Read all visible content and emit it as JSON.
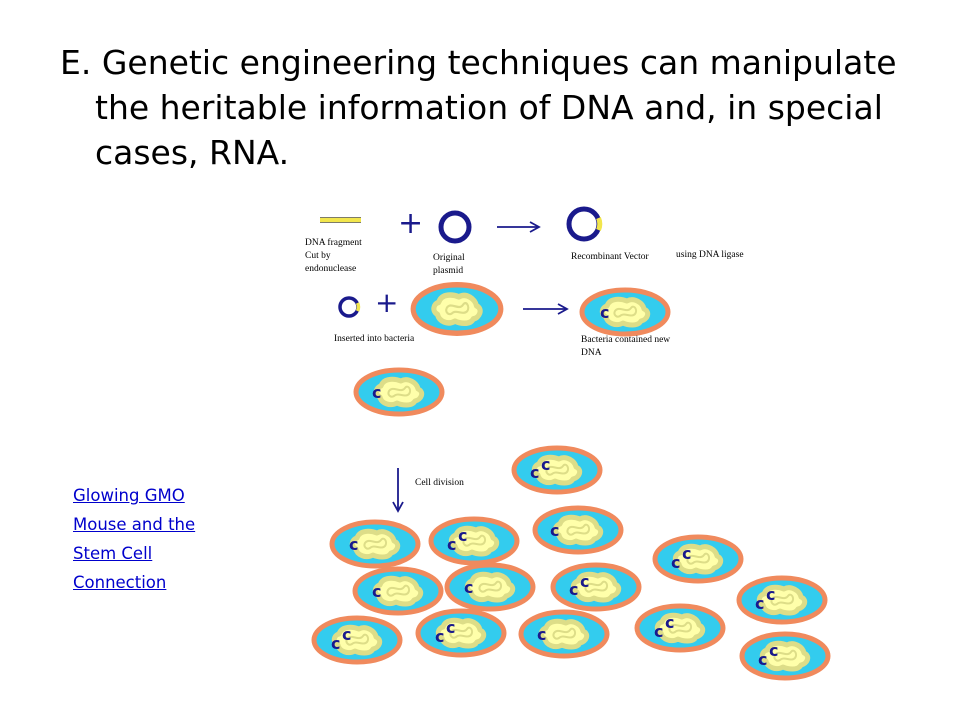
{
  "slide": {
    "title": "E. Genetic engineering techniques can manipulate the heritable information of DNA and, in special cases, RNA."
  },
  "diagram": {
    "labels": {
      "fragment_line1": "DNA fragment",
      "fragment_line2": "Cut by",
      "fragment_line3": "endonuclease",
      "plasmid_line1": "Original",
      "plasmid_line2": "plasmid",
      "recombinant": "Recombinant Vector",
      "ligase": "using DNA ligase",
      "inserted": "Inserted into bacteria",
      "contained_line1": "Bacteria contained new",
      "contained_line2": "DNA",
      "cell_division": "Cell division"
    },
    "symbols": {
      "plus": "+"
    },
    "colors": {
      "membrane": "#f08a5d",
      "cytoplasm": "#33ccee",
      "nucleoid_fill": "#ffffaa",
      "nucleoid_ring": "#dddd88",
      "plasmid": "#1a1a8c",
      "dna_fragment": "#f2e64c",
      "arrow": "#1a1a8c"
    }
  },
  "link": {
    "text": "Glowing GMO Mouse and the Stem Cell Connection"
  }
}
